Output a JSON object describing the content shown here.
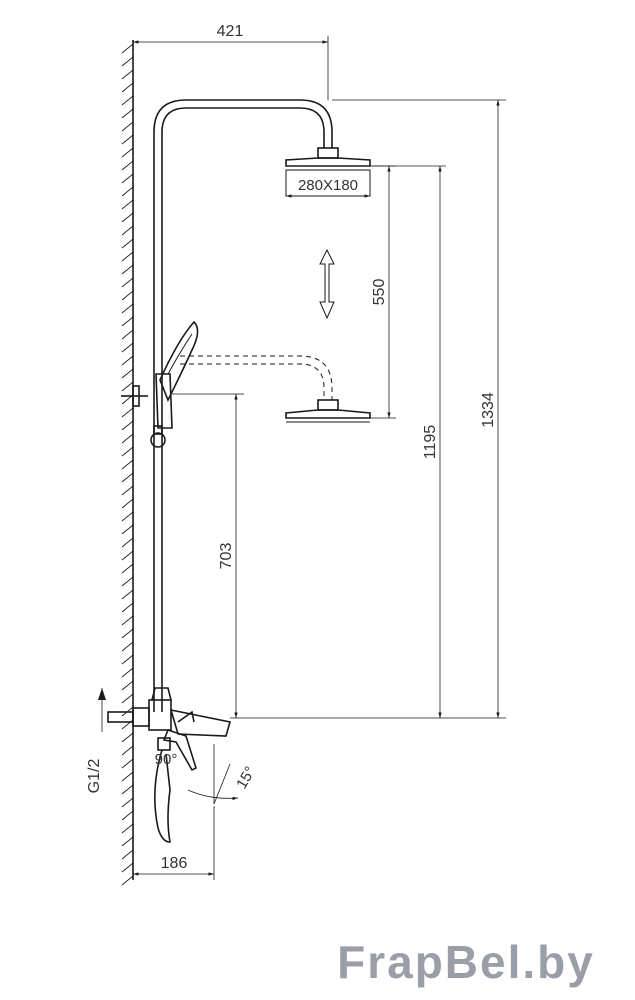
{
  "dimensions": {
    "arm_reach": "421",
    "head_size": "280X180",
    "adjust_range": "550",
    "total_height": "1334",
    "upper_height": "1195",
    "lower_height": "703",
    "inlet_thread": "G1/2",
    "handle_rotation": "90°",
    "spout_tilt": "15°",
    "spout_reach": "186"
  },
  "branding": {
    "logo": "FrapBel.by",
    "logo_color": "#9a9fa7"
  }
}
